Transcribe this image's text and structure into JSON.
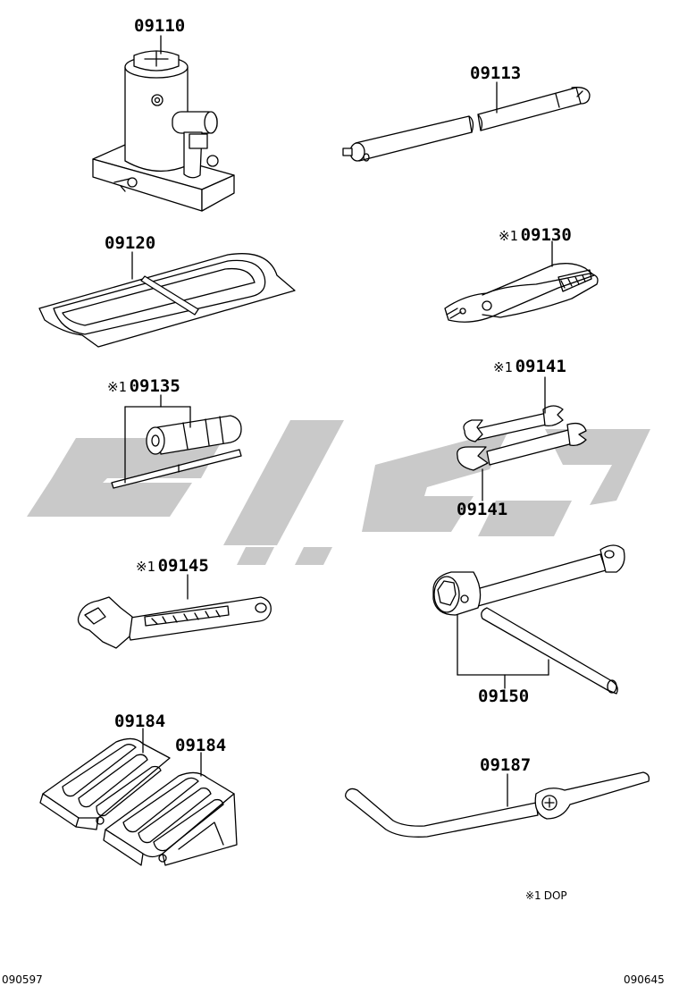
{
  "watermark_color": "#c9c9c9",
  "line_color": "#000000",
  "parts": {
    "jack": "09110",
    "jack_handle": "09113",
    "tool_bag": "09120",
    "pliers": "09130",
    "screwdriver": "09135",
    "wrench_upper": "09141",
    "wrench_lower": "09141",
    "adjustable_wrench": "09145",
    "socket_wrench": "09150",
    "wheel_chock_left": "09184",
    "wheel_chock_right": "09184",
    "jack_bar": "09187"
  },
  "note_mark": "※1",
  "legend": {
    "mark": "※1",
    "text": "DOP"
  },
  "footer": {
    "left_code": "090597",
    "right_code": "090645"
  }
}
